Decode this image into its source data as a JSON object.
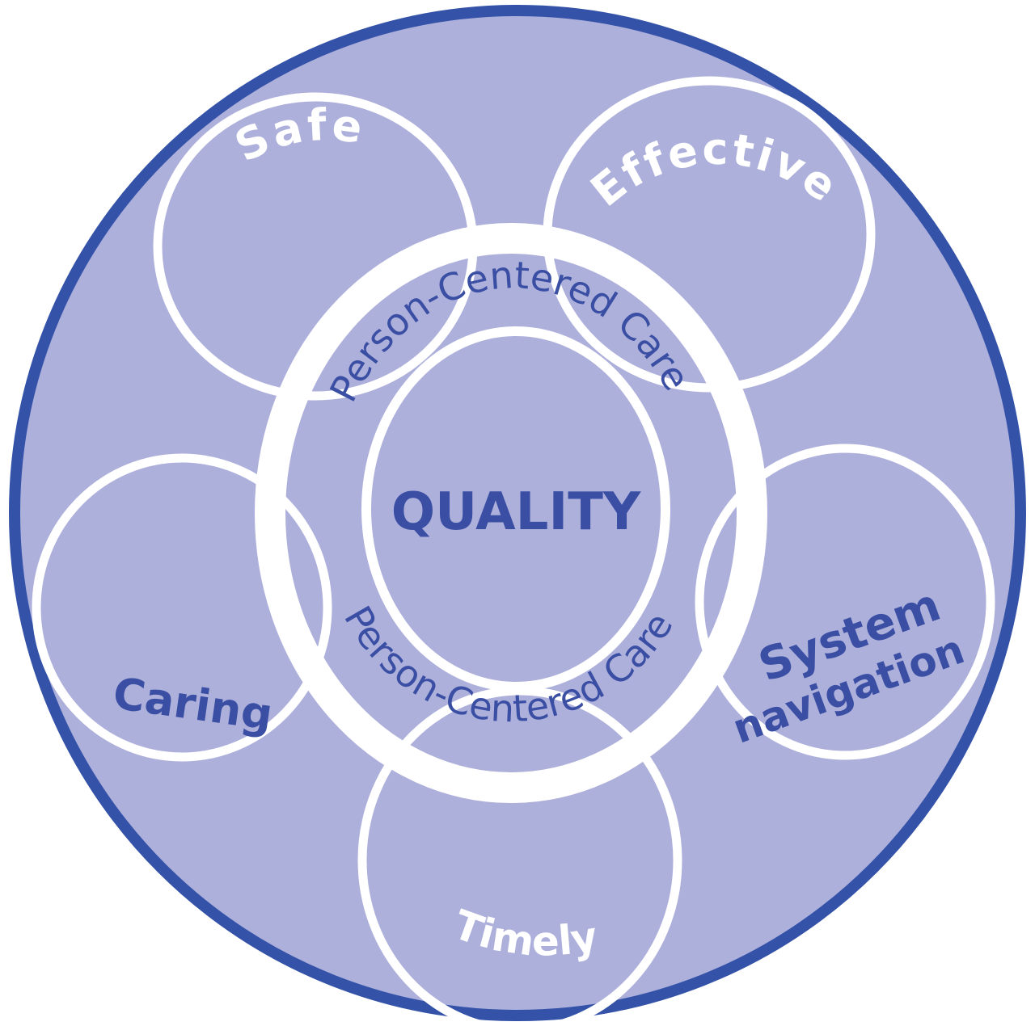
{
  "diagram": {
    "center_label": "QUALITY",
    "ring_label_top": "Person-Centered Care",
    "ring_label_bottom": "Person-Centered Care",
    "petals": {
      "safe": "Safe",
      "effective": "Effective",
      "system": "System",
      "navigation": "navigation",
      "timely": "Timely",
      "caring": "Caring"
    }
  },
  "colors": {
    "outer_border": "#3352a8",
    "fill": "#aeb0dc",
    "lines": "#ffffff",
    "text_blue": "#3a4fa3"
  }
}
